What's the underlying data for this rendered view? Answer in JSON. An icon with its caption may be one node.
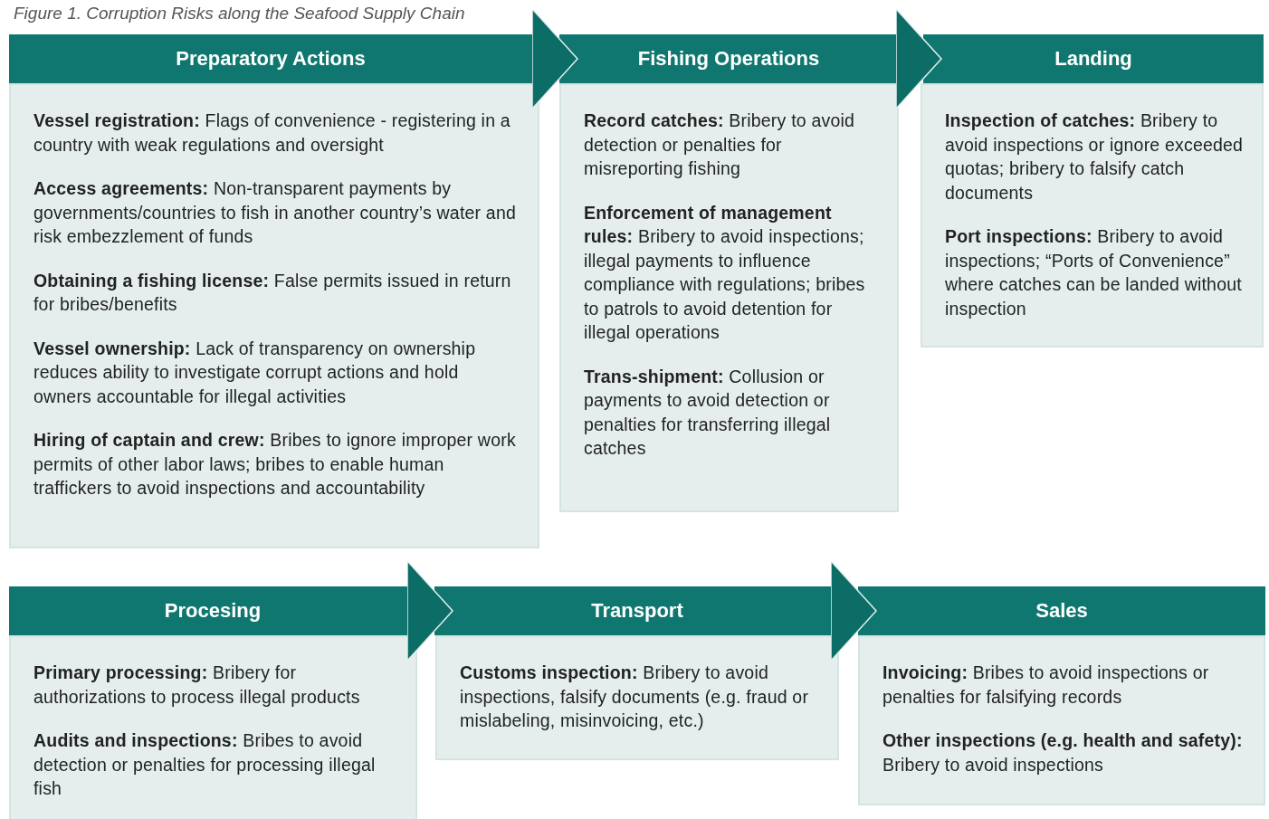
{
  "diagram": {
    "title": "Figure 1. Corruption Risks along the Seafood Supply Chain",
    "nodes": [
      {
        "text": [
          "Preparatory Actions"
        ]
      },
      {
        "text": [
          "**Vessel registration:** Flags of convenience - registering in a country with weak regulations and oversight",
          "**Access agreements:** Non-transparent payments by governments/countries to fish in another country’s water and risk embezzlement of funds",
          "**Obtaining a fishing license:** False permits issued in return for bribes/benefits",
          "**Vessel ownership:** Lack of transparency on ownership reduces ability to investigate corrupt actions and hold owners accountable for illegal activities",
          "**Hiring of captain and crew:** Bribes to ignore improper work permits of other labor laws; bribes to enable human traffickers to avoid inspections and accountability"
        ]
      },
      {
        "text": [
          "Fishing Operations"
        ]
      },
      {
        "text": [
          "**Record catches:** Bribery to avoid detection or penalties for misreporting fishing",
          "**Enforcement of management rules:** Bribery to avoid inspections; illegal payments to influence compliance with regulations; bribes to patrols to avoid detention for illegal operations",
          "**Trans-shipment:** Collusion or payments to avoid detection or penalties for transferring illegal catches"
        ]
      },
      {
        "text": [
          "Landing"
        ]
      },
      {
        "text": [
          "**Inspection of catches:** Bribery to avoid inspections or ignore exceeded quotas; bribery to falsify catch documents",
          "**Port inspections:** Bribery to avoid inspections; “Ports of Convenience” where catches can be landed without inspection"
        ]
      },
      {
        "text": [
          "Procesing"
        ]
      },
      {
        "text": [
          "**Primary processing:** Bribery for authorizations to process illegal products",
          "**Audits and inspections:** Bribes to avoid detection or penalties for processing illegal fish"
        ]
      },
      {
        "text": [
          "Transport"
        ]
      },
      {
        "text": [
          "**Customs inspection:** Bribery to avoid inspections, falsify documents (e.g. fraud or mislabeling, misinvoicing, etc.)"
        ]
      },
      {
        "text": [
          "Sales"
        ]
      },
      {
        "text": [
          "**Invoicing:** Bribes to avoid inspections or penalties for falsifying records",
          "**Other inspections (e.g. health and safety):** Bribery to avoid inspections"
        ]
      }
    ],
    "edges": [
      {
        "from": 0,
        "to": 2,
        "arrow": "to"
      },
      {
        "from": 2,
        "to": 4,
        "arrow": "to"
      },
      {
        "from": 6,
        "to": 8,
        "arrow": "to"
      },
      {
        "from": 8,
        "to": 10,
        "arrow": "to"
      }
    ]
  }
}
